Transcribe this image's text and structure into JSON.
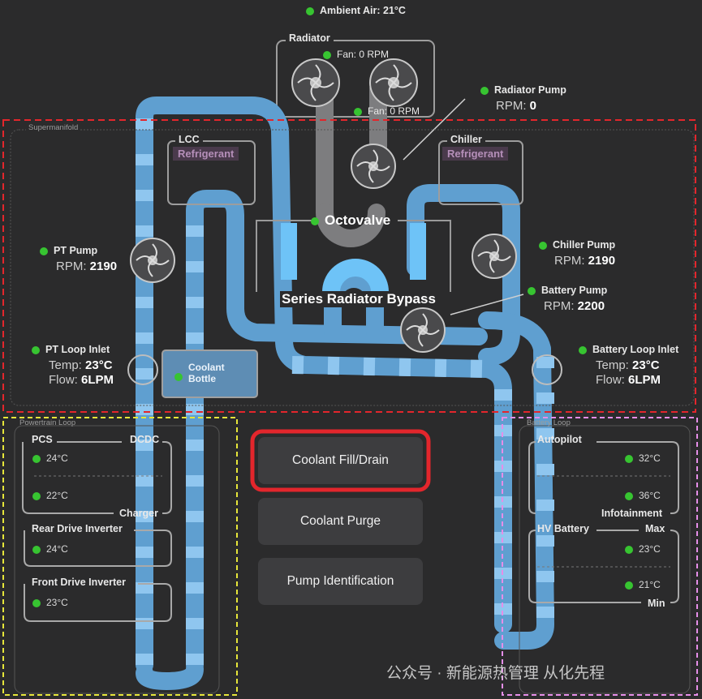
{
  "ambient": {
    "label": "Ambient Air: 21°C"
  },
  "radiator": {
    "title": "Radiator",
    "fan1": "Fan: 0 RPM",
    "fan2": "Fan: 0 RPM"
  },
  "radiator_pump": {
    "label": "Radiator Pump",
    "rpm_label": "RPM:",
    "rpm_value": "0"
  },
  "supermanifold": {
    "label": "Supermanifold"
  },
  "lcc": {
    "title": "LCC",
    "refrigerant": "Refrigerant"
  },
  "chiller": {
    "title": "Chiller",
    "refrigerant": "Refrigerant"
  },
  "octovalve": {
    "label": "Octovalve"
  },
  "series_bypass": {
    "label": "Series Radiator Bypass"
  },
  "pt_pump": {
    "label": "PT Pump",
    "rpm_label": "RPM:",
    "rpm_value": "2190"
  },
  "chiller_pump": {
    "label": "Chiller Pump",
    "rpm_label": "RPM:",
    "rpm_value": "2190"
  },
  "battery_pump": {
    "label": "Battery Pump",
    "rpm_label": "RPM:",
    "rpm_value": "2200"
  },
  "pt_loop_inlet": {
    "label": "PT Loop Inlet",
    "temp_label": "Temp:",
    "temp_value": "23°C",
    "flow_label": "Flow:",
    "flow_value": "6LPM"
  },
  "battery_loop_inlet": {
    "label": "Battery Loop Inlet",
    "temp_label": "Temp:",
    "temp_value": "23°C",
    "flow_label": "Flow:",
    "flow_value": "6LPM"
  },
  "coolant_bottle": {
    "line1": "Coolant",
    "line2": "Bottle"
  },
  "powertrain_loop": {
    "label": "Powertrain Loop",
    "pcs": "PCS",
    "dcdc": "DCDC",
    "pcs_temp": "24°C",
    "charger_temp": "22°C",
    "charger": "Charger",
    "rear_drive": "Rear Drive Inverter",
    "rear_temp": "24°C",
    "front_drive": "Front Drive Inverter",
    "front_temp": "23°C"
  },
  "battery_loop": {
    "label": "Battery Loop",
    "autopilot": "Autopilot",
    "autopilot_temp": "32°C",
    "infotainment_temp": "36°C",
    "infotainment": "Infotainment",
    "hv_battery": "HV Battery",
    "max": "Max",
    "max_temp": "23°C",
    "min_temp": "21°C",
    "min": "Min"
  },
  "buttons": {
    "fill_drain": "Coolant Fill/Drain",
    "purge": "Coolant Purge",
    "pump_id": "Pump Identification"
  },
  "watermark": "公众号 · 新能源热管理 从化先程",
  "colors": {
    "accent_red": "#e3262c",
    "loop_yellow": "#e6e63a",
    "loop_pink": "#e58ee8",
    "status_green": "#37c431",
    "pipe_blue": "#5f9fd0",
    "pipe_light": "#8fc6ef",
    "pipe_gray": "#7d7d7f"
  }
}
